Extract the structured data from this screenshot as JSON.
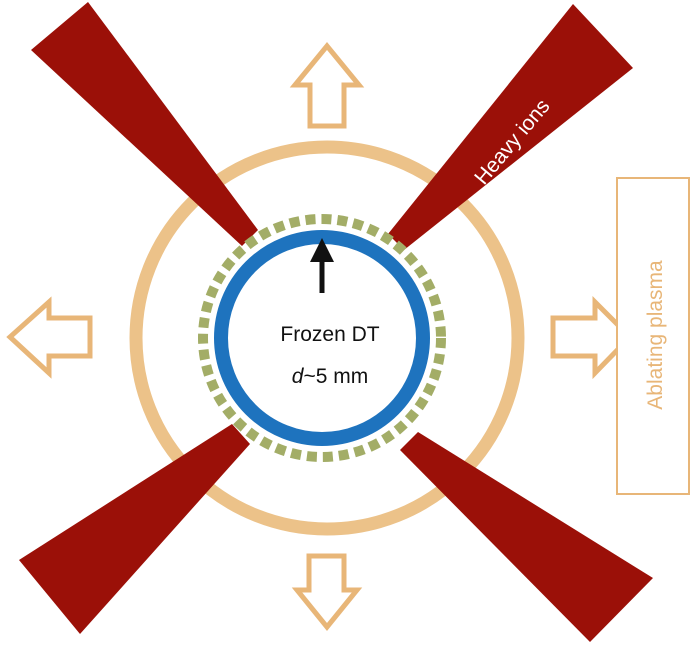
{
  "labels": {
    "beam_label": "Heavy ions",
    "target_label": "Frozen DT",
    "diameter_var": "d",
    "diameter_value": "~5 mm",
    "plasma_label": "Ablating plasma"
  },
  "colors": {
    "beam": "#9b1008",
    "ablation_ring": "#ecc289",
    "arrow_outline": "#e8b678",
    "shell": "#1e73be",
    "dashed_ring": "#a3ad67",
    "inner_arrow": "#111111",
    "text_dark": "#111111",
    "text_light": "#ffffff",
    "text_plasma": "#e8b678"
  }
}
